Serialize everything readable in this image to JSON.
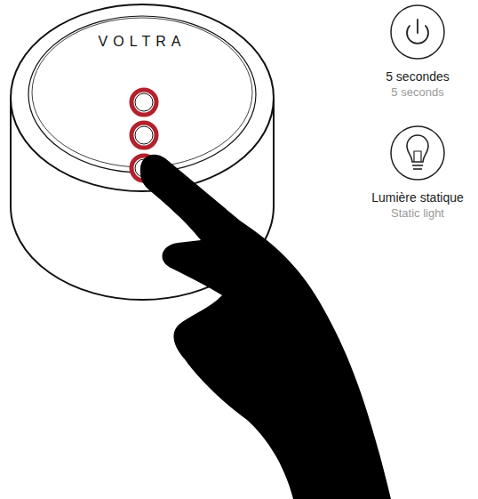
{
  "diagram": {
    "labels": [
      "VOLTRA",
      "5 secondes",
      "5 seconds",
      "Lumière statique",
      "Static light"
    ]
  }
}
